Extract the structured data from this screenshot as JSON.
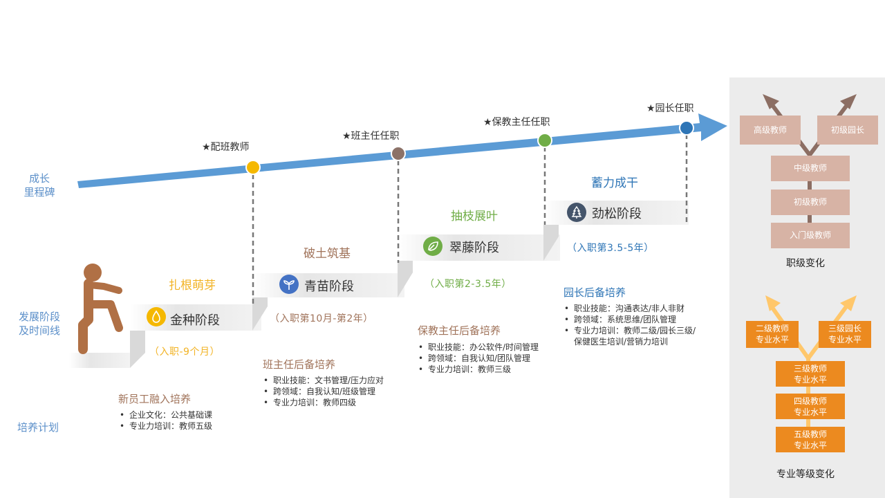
{
  "rows": {
    "milestone_label": "成长\n里程碑",
    "stage_label": "发展阶段\n及时间线",
    "plan_label": "培养计划"
  },
  "milestones": [
    "★配班教师",
    "★班主任任职",
    "★保教主任任职",
    "★园长任职"
  ],
  "stages": [
    {
      "title": "扎根萌芽",
      "name": "金种阶段",
      "period": "（入职-9个月）",
      "icon": "droplet-icon",
      "color": "#f5b800"
    },
    {
      "title": "破土筑基",
      "name": "青苗阶段",
      "period": "（入职第10月-第2年）",
      "icon": "sprout-icon",
      "color": "#4472c4"
    },
    {
      "title": "抽枝展叶",
      "name": "翠藤阶段",
      "period": "（入职第2-3.5年）",
      "icon": "leaf-icon",
      "color": "#70ad47"
    },
    {
      "title": "蓄力成干",
      "name": "劲松阶段",
      "period": "（入职第3.5-5年）",
      "icon": "pine-tree-icon",
      "color": "#44546a"
    }
  ],
  "plans": [
    {
      "title": "新员工融入培养",
      "items": [
        "企业文化：公共基础课",
        "专业力培训：教师五级"
      ]
    },
    {
      "title": "班主任后备培养",
      "items": [
        "职业技能：文书管理/压力应对",
        "跨领域：自我认知/班级管理",
        "专业力培训：教师四级"
      ]
    },
    {
      "title": "保教主任后备培养",
      "items": [
        "职业技能：办公软件/时间管理",
        "跨领域：自我认知/团队管理",
        "专业力培训：教师三级"
      ]
    },
    {
      "title": "园长后备培养",
      "items": [
        "职业技能：沟通表达/非人非财",
        "跨领域：系统思维/团队管理",
        "专业力培训：教师二级/园长三级/",
        "保健医生培训/营销力培训"
      ]
    }
  ],
  "rank_tree": {
    "top": [
      "高级教师",
      "初级园长"
    ],
    "stack": [
      "中级教师",
      "初级教师",
      "入门级教师"
    ],
    "label": "职级变化"
  },
  "pro_tree": {
    "top": [
      "二级教师\n专业水平",
      "三级园长\n专业水平"
    ],
    "stack": [
      "三级教师\n专业水平",
      "四级教师\n专业水平",
      "五级教师\n专业水平"
    ],
    "label": "专业等级变化"
  },
  "colors": {
    "row_label": "#5b8fc9",
    "arrow": "#5b9bd5",
    "dot1": "#f5b800",
    "dot2": "#8c7268",
    "dot3": "#70ad47",
    "dot4": "#2e75b6",
    "title1": "#f2b325",
    "title2": "#a0735a",
    "title3": "#70ad47",
    "title4": "#2e75b6",
    "rank_box": "#d7b3a5",
    "rank_arrow": "#8c6e63",
    "pro_box": "#ec8a1f",
    "pro_arrow": "#ffc76b"
  }
}
